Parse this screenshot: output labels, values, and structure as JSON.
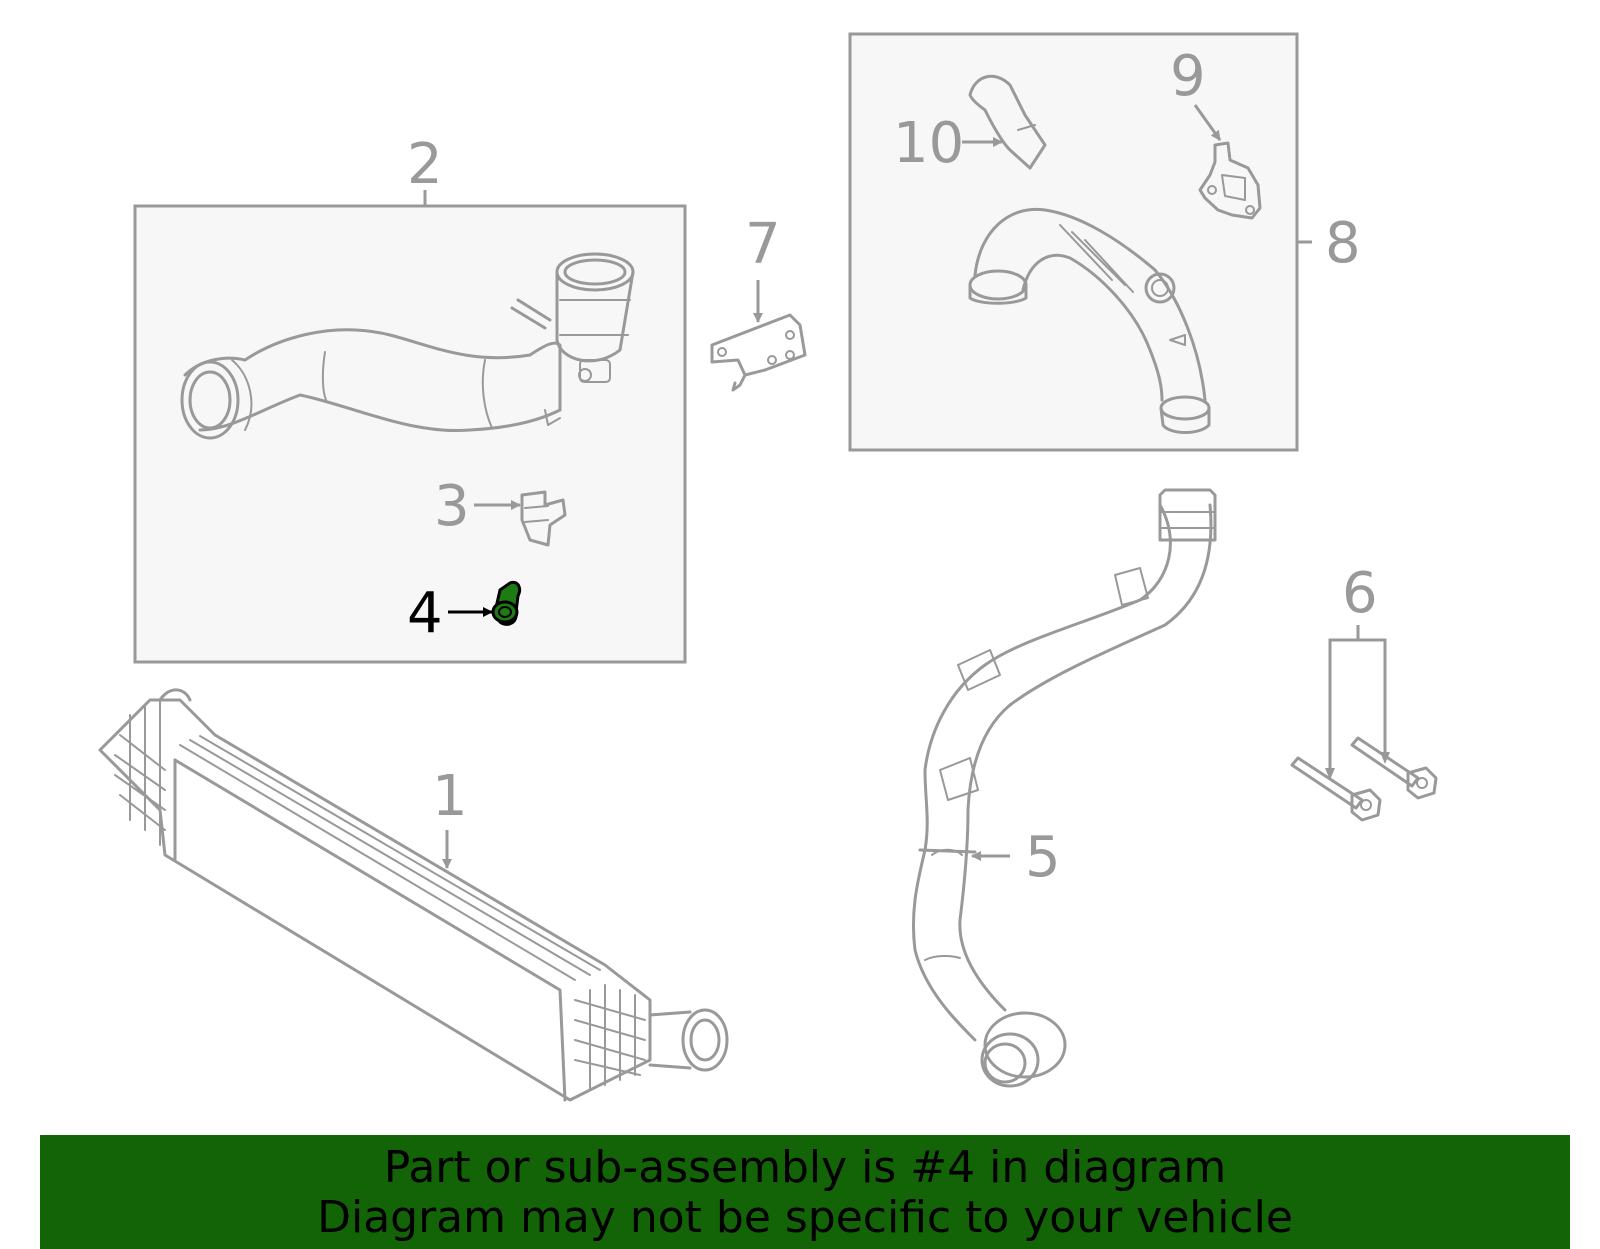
{
  "callouts": {
    "c1": "1",
    "c2": "2",
    "c3": "3",
    "c4": "4",
    "c5": "5",
    "c6": "6",
    "c7": "7",
    "c8": "8",
    "c9": "9",
    "c10": "10"
  },
  "highlighted_part": "4",
  "banner": {
    "line1": "Part or sub-assembly is #4 in diagram",
    "line2": "Diagram may not be specific to your vehicle"
  },
  "colors": {
    "line_art": "#999999",
    "highlight_fill": "#1e7a12",
    "banner_bg": "#136307",
    "box_fill": "#f7f7f7"
  }
}
